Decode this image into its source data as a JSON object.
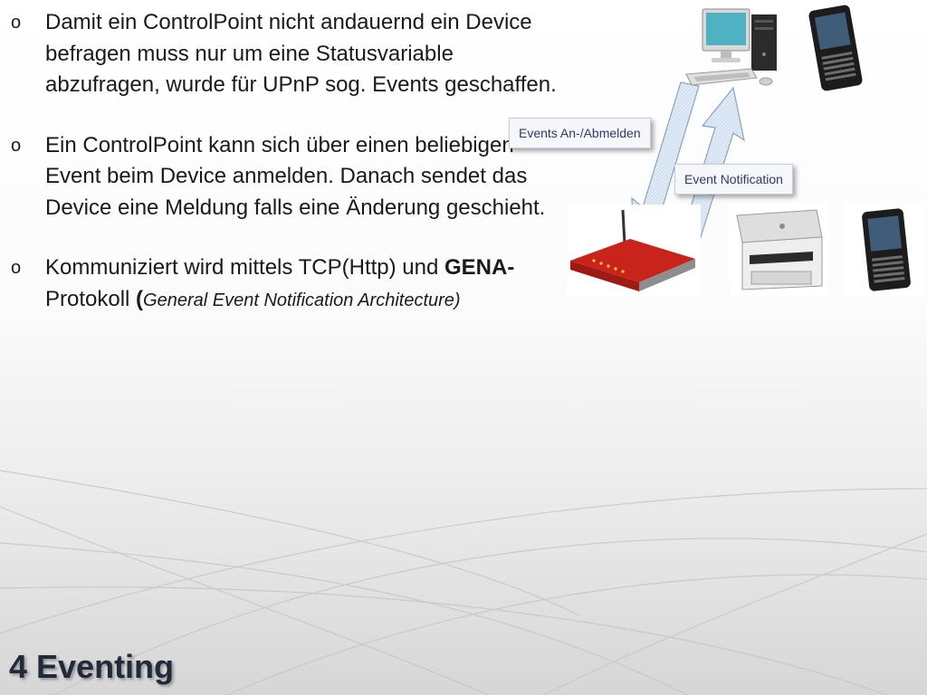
{
  "slide": {
    "title": "4 Eventing",
    "bullets": [
      {
        "marker": "o",
        "text": "Damit ein ControlPoint nicht andauernd ein Device befragen muss nur um eine Statusvariable abzufragen, wurde für UPnP sog. Events geschaffen."
      },
      {
        "marker": "o",
        "text": "Ein ControlPoint kann sich über einen beliebigen Event beim Device anmelden. Danach sendet das Device eine Meldung falls eine Änderung geschieht."
      },
      {
        "marker": "o",
        "text_before": "Kommuniziert wird mittels TCP(Http) und ",
        "strong": "GENA-",
        "text_middle": "Protokoll ",
        "paren_open": "(",
        "italic": "General Event Notification Architecture)"
      }
    ]
  },
  "diagram": {
    "callouts": {
      "subscribe": "Events An-/Abmelden",
      "notify": "Event Notification"
    },
    "icons": [
      "desktop-computer-icon",
      "smartphone-icon",
      "router-icon",
      "printer-icon"
    ],
    "colors": {
      "arrow_fill": "#e2ecf6",
      "arrow_stroke": "#8aa4c0",
      "callout_text": "#2d3b6c",
      "router_red": "#c9241c"
    }
  }
}
